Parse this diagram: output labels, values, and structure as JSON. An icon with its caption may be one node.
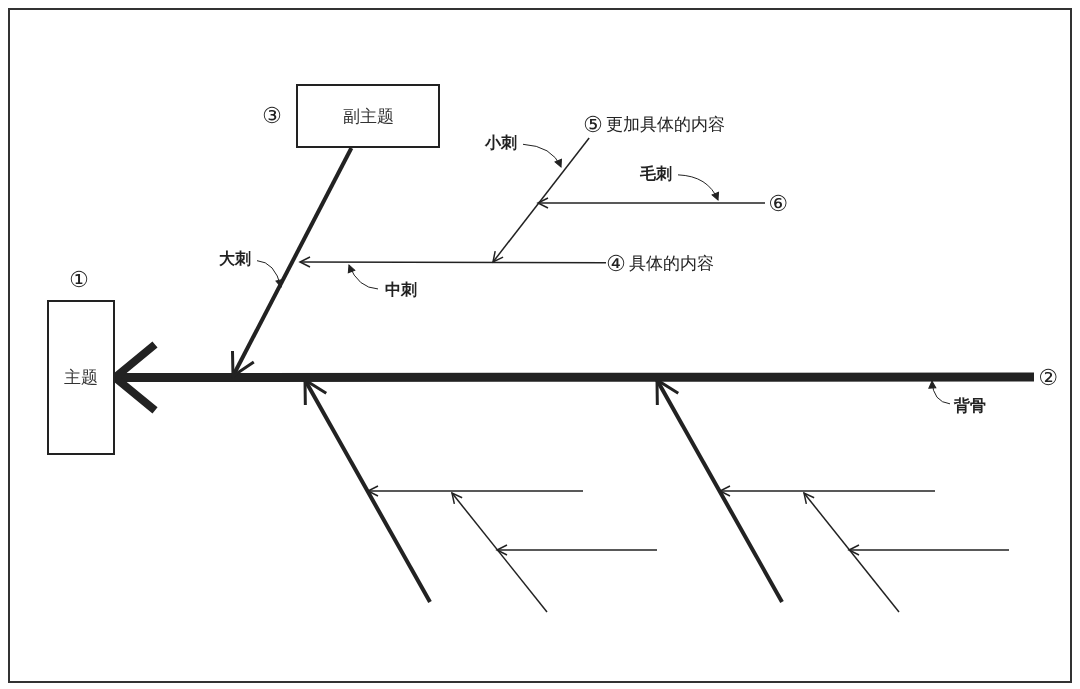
{
  "diagram": {
    "nodes": [
      {
        "text": [
          "副主题"
        ],
        "beside": [
          "③"
        ]
      },
      {
        "text": [
          "⑤",
          "更加具体的内容"
        ]
      },
      {
        "text": [
          "小刺"
        ]
      },
      {
        "text": [
          "毛刺"
        ]
      },
      {
        "text": [
          "⑥"
        ]
      },
      {
        "text": [
          "大刺"
        ]
      },
      {
        "text": [
          "④",
          "具体的内容"
        ]
      },
      {
        "text": [
          "中刺"
        ]
      },
      {
        "text": [
          "主题"
        ],
        "beside": [
          "①"
        ]
      },
      {
        "text": [
          "②"
        ]
      },
      {
        "text": [
          "背骨"
        ]
      }
    ],
    "edges": [
      {
        "from": 9,
        "to": 8,
        "arrow": "to",
        "style": "thick"
      },
      {
        "from": 0,
        "to": null,
        "arrow": "to",
        "style": "thick"
      },
      {
        "from": 6,
        "to": null,
        "arrow": "to"
      },
      {
        "from": 1,
        "to": null,
        "arrow": "to"
      },
      {
        "from": 4,
        "to": null,
        "arrow": "to"
      },
      {
        "from": 5,
        "to": null,
        "arrow": "to"
      },
      {
        "from": 7,
        "to": null,
        "arrow": "to"
      },
      {
        "from": 2,
        "to": null,
        "arrow": "to"
      },
      {
        "from": 3,
        "to": null,
        "arrow": "to"
      },
      {
        "from": 10,
        "to": null,
        "arrow": "to"
      }
    ]
  }
}
